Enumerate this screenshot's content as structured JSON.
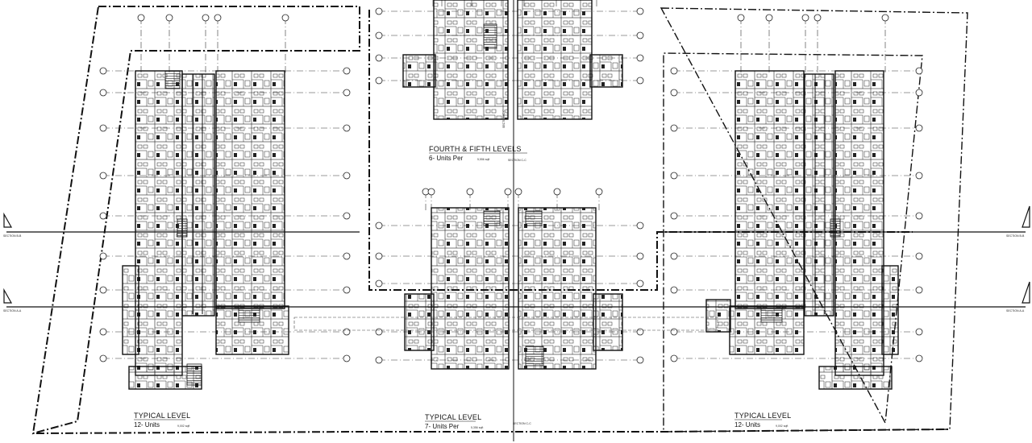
{
  "drawing": {
    "background": "#ffffff",
    "line_color": "#111111",
    "buildings": [
      {
        "id": "left",
        "title": "TYPICAL LEVEL",
        "units": "12- Units",
        "area": "9,002 sqft"
      },
      {
        "id": "center-top",
        "title": "FOURTH & FIFTH LEVELS",
        "units": "6- Units Per",
        "area": "5,556 sqft"
      },
      {
        "id": "center-bottom",
        "title": "TYPICAL LEVEL",
        "units": "7- Units Per",
        "area": "5,356 sqft"
      },
      {
        "id": "right",
        "title": "TYPICAL LEVEL",
        "units": "12- Units",
        "area": "9,002 sqft"
      }
    ],
    "sections": {
      "b_left": "SECTION B-B",
      "a_left": "SECTION A-A",
      "b_right": "SECTION B-B",
      "a_right": "SECTION A-A",
      "c_top": "SECTION C-C",
      "c_mid": "SECTION C-C",
      "c_bottom": "SECTION C-C"
    }
  }
}
